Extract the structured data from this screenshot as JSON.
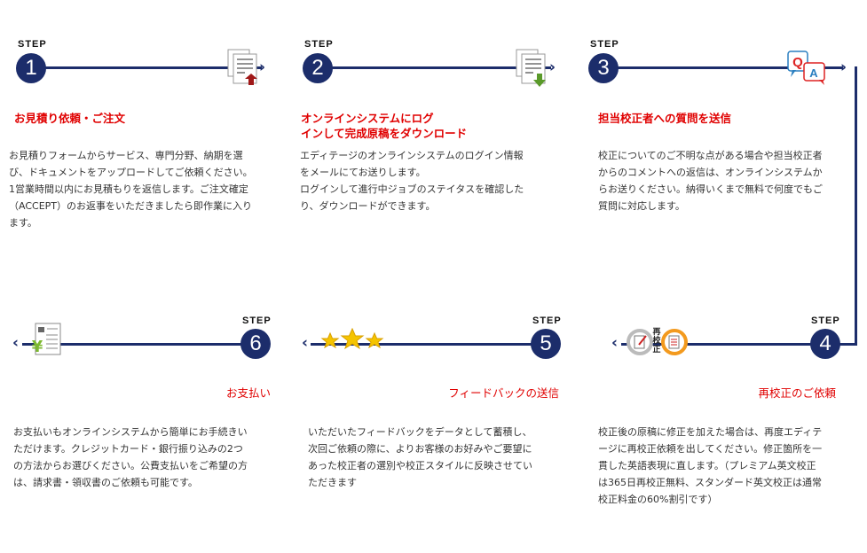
{
  "step_label": "STEP",
  "colors": {
    "accent": "#1c2d6b",
    "title": "#e00000"
  },
  "steps": [
    {
      "number": "1",
      "icon": "document-upload-icon",
      "title": "お見積り依頼・ご注文",
      "body": [
        "お見積りフォームからサービス、専門分野、納期を選",
        "び、ドキュメントをアップロードしてご依頼ください。",
        "1営業時間以内にお見積もりを返信します。ご注文確定",
        "（ACCEPT）のお返事をいただきましたら即作業に入り",
        "ます。"
      ]
    },
    {
      "number": "2",
      "icon": "document-download-icon",
      "title": [
        "オンラインシステムにログ",
        "インして完成原稿をダウンロード"
      ],
      "body": [
        "エディテージのオンラインシステムのログイン情報",
        "をメールにてお送りします。",
        "ログインして進行中ジョブのステイタスを確認した",
        "り、ダウンロードができます。"
      ]
    },
    {
      "number": "3",
      "icon": "qa-bubble-icon",
      "icon_text": {
        "q": "Q",
        "a": "A"
      },
      "title": "担当校正者への質問を送信",
      "body": [
        "校正についてのご不明な点がある場合や担当校正者",
        "からのコメントへの返信は、オンラインシステムか",
        "らお送りください。納得いくまで無料で何度でもご",
        "質問に対応します。"
      ]
    },
    {
      "number": "4",
      "icon": "re-proofread-icon",
      "icon_text": "再校正",
      "title": "再校正のご依頼",
      "body": [
        "校正後の原稿に修正を加えた場合は、再度エディテ",
        "ージに再校正依頼を出してください。修正箇所を一",
        "貫した英語表現に直します。（プレミアム英文校正",
        "は365日再校正無料、スタンダード英文校正は通常",
        "校正料金の60%割引です）"
      ]
    },
    {
      "number": "5",
      "icon": "three-stars-icon",
      "title": "フィードバックの送信",
      "body": [
        "いただいたフィードバックをデータとして蓄積し、",
        "次回ご依頼の際に、よりお客様のお好みやご要望に",
        "あった校正者の選別や校正スタイルに反映させてい",
        "ただきます"
      ]
    },
    {
      "number": "6",
      "icon": "yen-invoice-icon",
      "icon_text": "¥",
      "title": "お支払い",
      "body": [
        "お支払いもオンラインシステムから簡単にお手続きい",
        "ただけます。クレジットカード・銀行振り込みの2つ",
        "の方法からお選びください。公費支払いをご希望の方",
        "は、請求書・領収書のご依頼も可能です。"
      ]
    }
  ]
}
